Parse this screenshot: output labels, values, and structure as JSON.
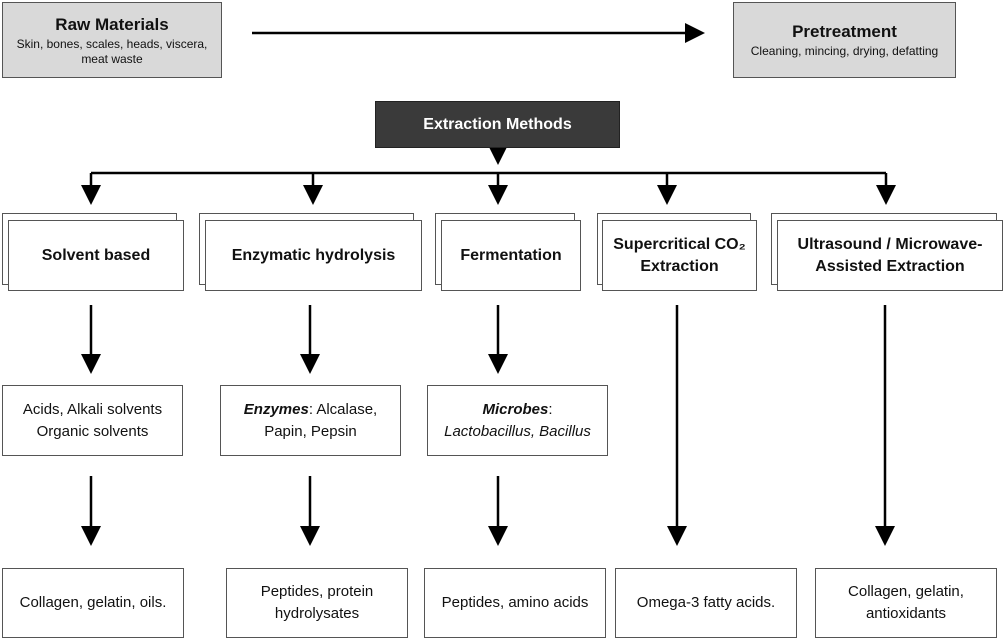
{
  "raw_materials": {
    "title": "Raw Materials",
    "subtitle": "Skin, bones, scales, heads, viscera, meat waste"
  },
  "pretreatment": {
    "title": "Pretreatment",
    "subtitle": "Cleaning, mincing, drying, defatting"
  },
  "extraction": {
    "title": "Extraction Methods"
  },
  "methods": [
    {
      "line1": "Solvent based",
      "line2": ""
    },
    {
      "line1": "Enzymatic hydrolysis",
      "line2": ""
    },
    {
      "line1": "Fermentation",
      "line2": ""
    },
    {
      "line1": "Supercritical CO₂",
      "line2": "Extraction"
    },
    {
      "line1": "Ultrasound / Microwave-",
      "line2": "Assisted Extraction"
    }
  ],
  "agents": [
    {
      "line1": "Acids, Alkali solvents",
      "line2": "Organic solvents"
    },
    {
      "label": "Enzymes",
      "rest": ": Alcalase,",
      "line2": "Papin, Pepsin"
    },
    {
      "label": "Microbes",
      "rest": ":",
      "line2": "Lactobacillus, Bacillus"
    }
  ],
  "products": [
    {
      "line1": "Collagen, gelatin, oils.",
      "line2": ""
    },
    {
      "line1": "Peptides, protein",
      "line2": "hydrolysates"
    },
    {
      "line1": "Peptides, amino acids",
      "line2": ""
    },
    {
      "line1": "Omega-3 fatty acids.",
      "line2": ""
    },
    {
      "line1": "Collagen, gelatin,",
      "line2": "antioxidants"
    }
  ]
}
